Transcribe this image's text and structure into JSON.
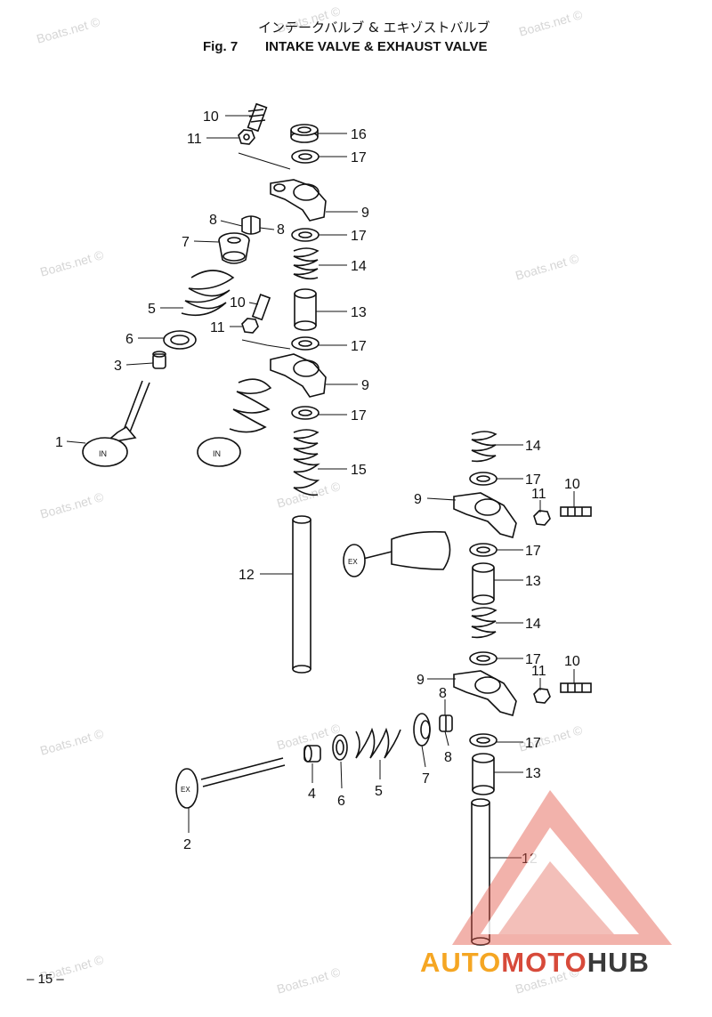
{
  "header": {
    "title_jp": "インテークバルブ & エキゾストバルブ",
    "fig_number": "Fig. 7",
    "title_en": "INTAKE VALVE & EXHAUST VALVE"
  },
  "watermark": "Boats.net ©",
  "page_number": "– 15 –",
  "callouts": [
    "1",
    "2",
    "3",
    "4",
    "5",
    "6",
    "7",
    "8",
    "9",
    "10",
    "11",
    "12",
    "13",
    "14",
    "15",
    "16",
    "17"
  ],
  "valve_labels": {
    "intake": "IN",
    "exhaust": "EX"
  },
  "brand": {
    "part1": "AUTO",
    "part2": "MOTO",
    "part3": "HUB"
  },
  "colors": {
    "brand_orange": "#f5a623",
    "brand_red": "#d74a3a",
    "brand_dark": "#3a3a3a",
    "line": "#111111"
  }
}
